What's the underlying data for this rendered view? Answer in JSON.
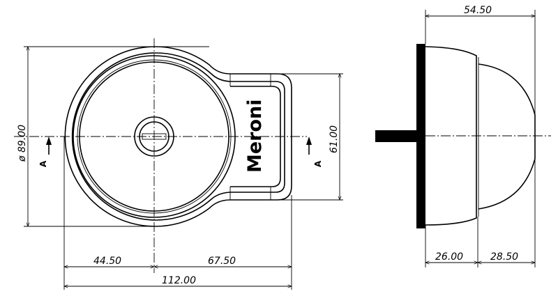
{
  "front_view": {
    "logo_text": "Meroni",
    "dimensions": {
      "diameter": "ø 89.00",
      "tab_height": "61.00",
      "left_offset": "44.50",
      "right_offset": "67.50",
      "total_width": "112.00"
    },
    "section_marker_left": "A",
    "section_marker_right": "A"
  },
  "side_view": {
    "dimensions": {
      "total_depth": "54.50",
      "body_depth": "26.00",
      "dome_depth": "28.50"
    }
  },
  "colors": {
    "line": "#000000",
    "background": "#ffffff"
  }
}
